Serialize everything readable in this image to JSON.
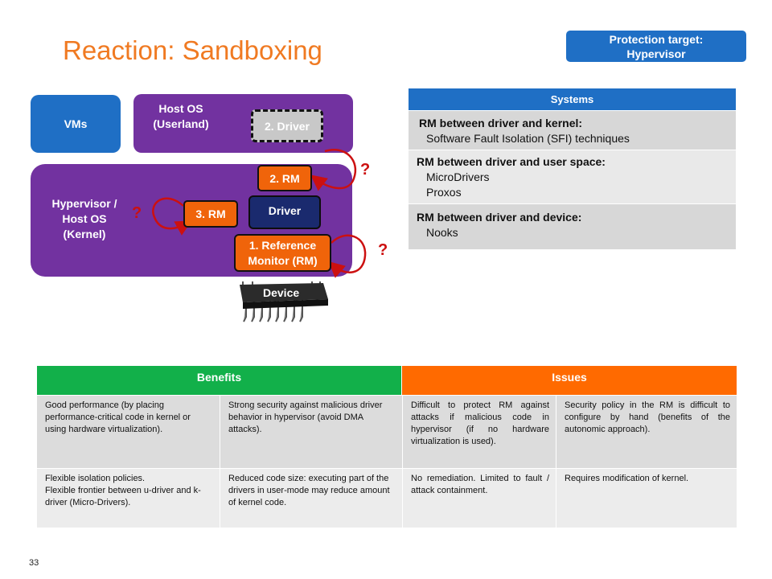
{
  "slide": {
    "title": "Reaction: Sandboxing",
    "page_number": "33"
  },
  "badge": {
    "line1": "Protection target:",
    "line2": "Hypervisor"
  },
  "diagram": {
    "vms": "VMs",
    "host_os_line1": "Host OS",
    "host_os_line2": "(Userland)",
    "driver_userland": "2. Driver",
    "hypervisor_line1": "Hypervisor /",
    "hypervisor_line2": "Host OS",
    "hypervisor_line3": "(Kernel)",
    "rm2": "2. RM",
    "driver": "Driver",
    "rm3": "3. RM",
    "rm1_line1": "1. Reference",
    "rm1_line2": "Monitor (RM)",
    "device": "Device",
    "question_mark": "?"
  },
  "systems": {
    "header": "Systems",
    "rows": [
      {
        "heading": "RM between driver and kernel:",
        "items": [
          "Software Fault Isolation (SFI) techniques"
        ]
      },
      {
        "heading": "RM between driver and user space:",
        "items": [
          "MicroDrivers",
          "Proxos"
        ]
      },
      {
        "heading": "RM between driver and device:",
        "items": [
          "Nooks"
        ]
      }
    ]
  },
  "comparison": {
    "benefits_header": "Benefits",
    "issues_header": "Issues",
    "row1": [
      "Good performance (by placing performance-critical code in kernel or using hardware virtualization).",
      "Strong security against malicious driver behavior in hypervisor (avoid DMA attacks).",
      "Difficult to protect RM against attacks if malicious code in hypervisor (if no hardware virtualization is used).",
      "Security policy in the RM is difficult to configure by hand (benefits of the autonomic approach)."
    ],
    "row2": [
      "Flexible isolation policies.\nFlexible frontier between u-driver and k-driver (Micro-Drivers).",
      "Reduced code size: executing part of the drivers in user-mode may reduce amount of kernel code.",
      "No remediation. Limited to fault / attack  containment.",
      "Requires modification of kernel."
    ]
  },
  "colors": {
    "title_orange": "#f07a22",
    "blue": "#1f6fc5",
    "purple": "#7232a0",
    "orange_box": "#f0640a",
    "navy": "#1a2a6e",
    "green_header": "#12b04a",
    "orange_header": "#ff6a00",
    "row_gray": "#dcdcdc",
    "row_light": "#ececec",
    "question_red": "#cc1010"
  }
}
